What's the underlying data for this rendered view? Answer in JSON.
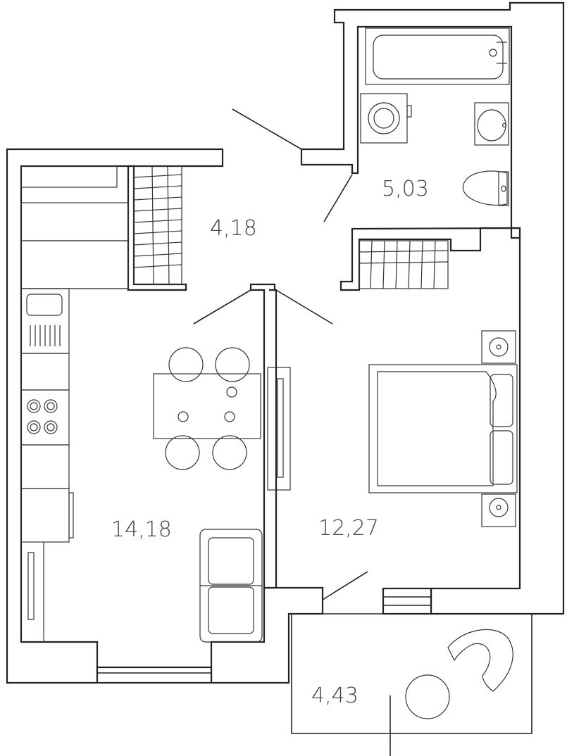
{
  "plan": {
    "rooms": [
      {
        "id": "hall",
        "area": "4,18"
      },
      {
        "id": "bathroom",
        "area": "5,03"
      },
      {
        "id": "kitchen",
        "area": "14,18"
      },
      {
        "id": "bedroom",
        "area": "12,27"
      },
      {
        "id": "balcony",
        "area": "4,43"
      }
    ]
  }
}
